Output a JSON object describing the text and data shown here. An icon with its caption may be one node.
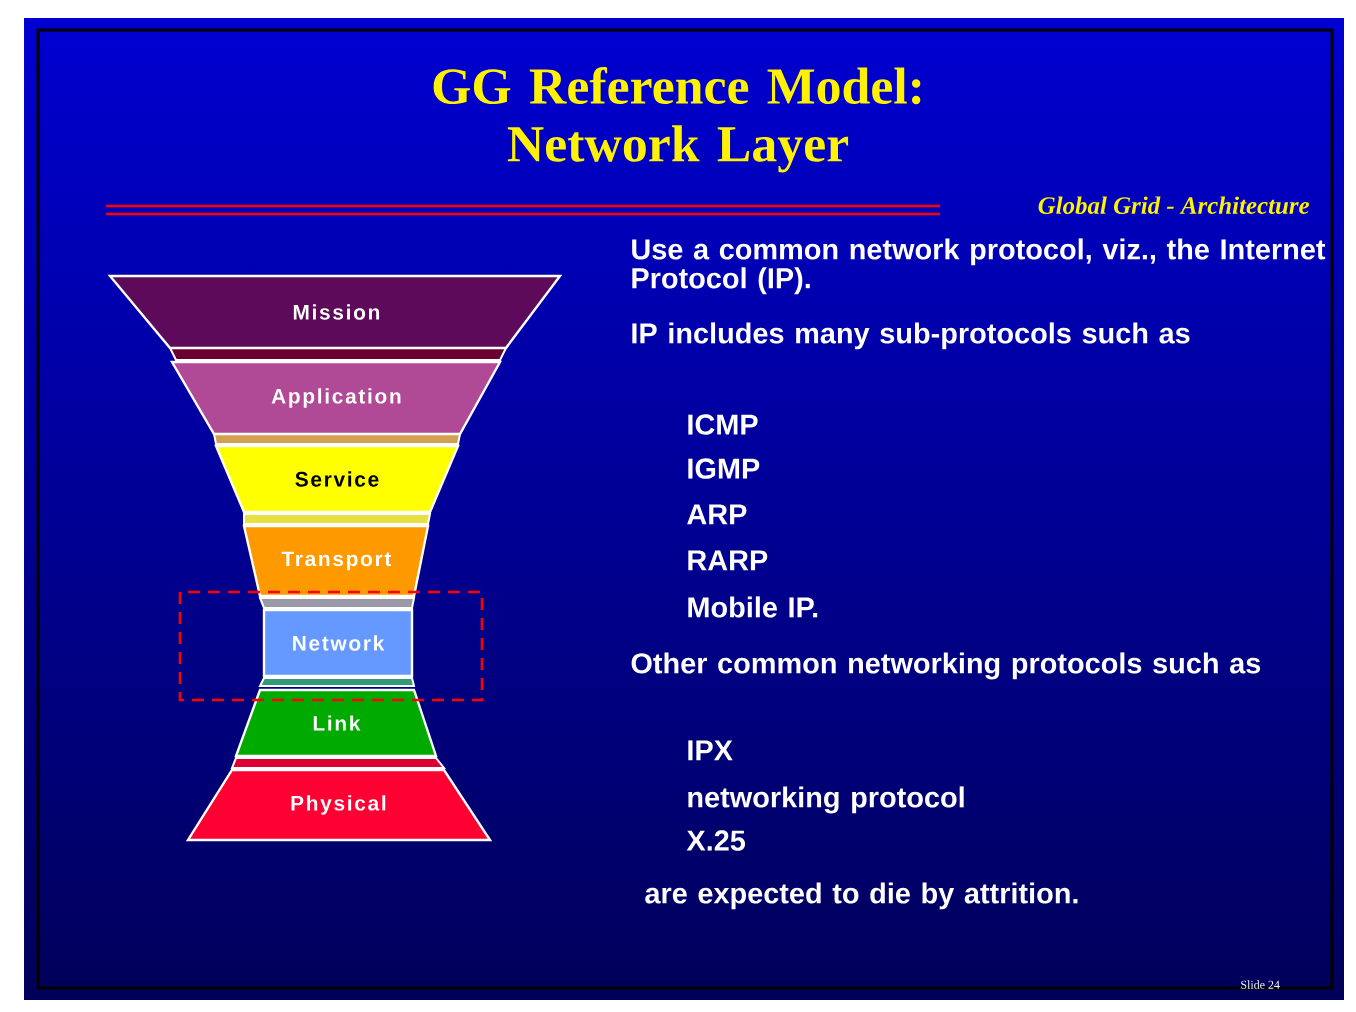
{
  "diagram": {
    "title": "GG Reference Model: Network Layer",
    "nodes": [
      {
        "text": [
          "Mission"
        ]
      },
      {
        "text": [
          "Application"
        ]
      },
      {
        "text": [
          "Service"
        ]
      },
      {
        "text": [
          "Transport"
        ]
      },
      {
        "text": [
          "Network"
        ]
      },
      {
        "text": [
          "Link"
        ]
      },
      {
        "text": [
          "Physical"
        ]
      }
    ],
    "edges": [],
    "labels": [
      "Global Grid  - Architecture",
      "Use a common network protocol, viz., the Internet Protocol (IP).",
      "IP includes many sub-protocols such as",
      "ICMP",
      "IGMP",
      "ARP",
      "RARP",
      "Mobile IP.",
      "Other common networking protocols such as",
      "IPX",
      "networking protocol",
      "X.25",
      "are expected to die by attrition.",
      "Slide 24"
    ]
  }
}
